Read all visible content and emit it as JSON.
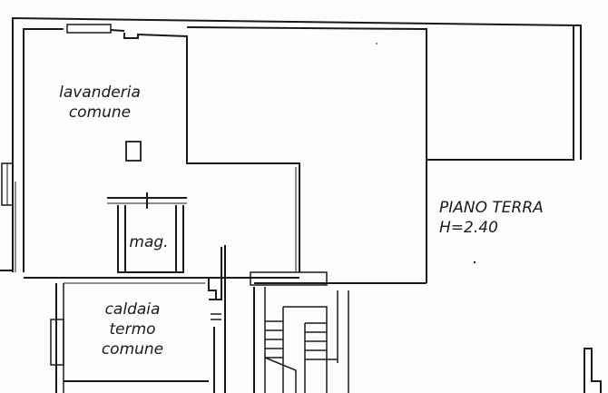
{
  "plan": {
    "rooms": {
      "laundry": {
        "line1": "lavanderia",
        "line2": "comune"
      },
      "storage": {
        "label": "mag."
      },
      "boiler": {
        "line1": "caldaia",
        "line2": "termo",
        "line3": "comune"
      }
    },
    "floor": {
      "name": "PIANO TERRA",
      "height": "H=2.40"
    }
  },
  "colors": {
    "ink": "#1a1a1a",
    "paper": "#fdfdfb"
  }
}
